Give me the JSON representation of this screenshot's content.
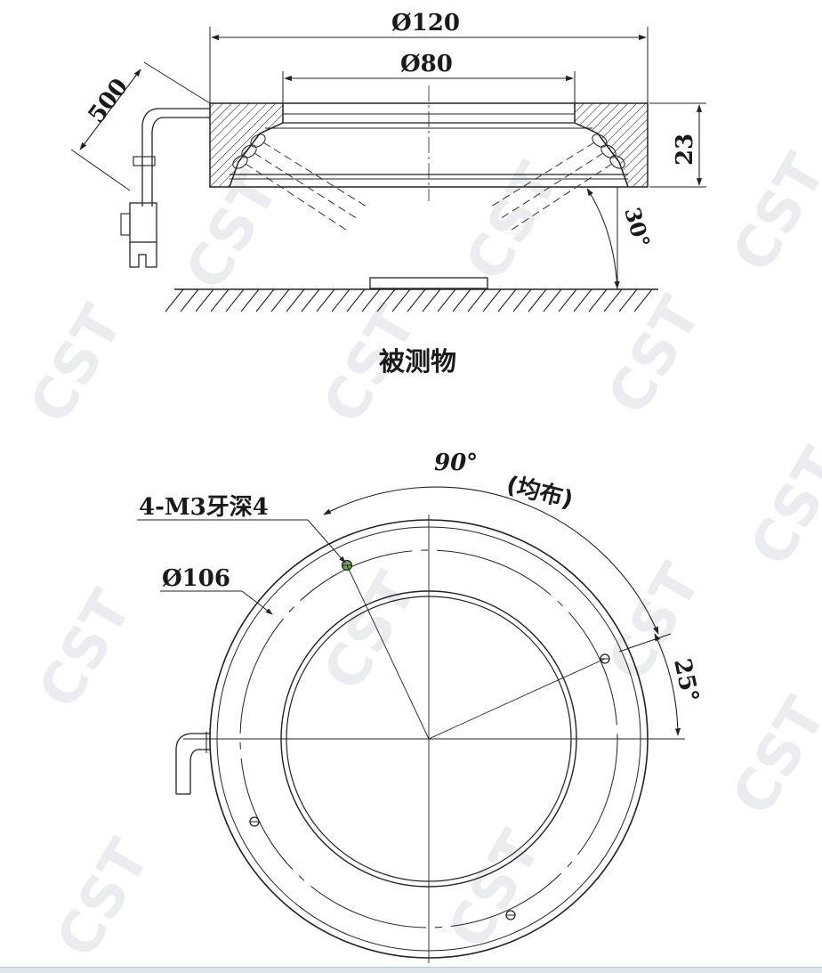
{
  "side_view": {
    "dim_outer_diameter": "Ø120",
    "dim_inner_diameter": "Ø80",
    "dim_height": "23",
    "dim_cable_length": "500",
    "dim_angle": "30°",
    "object_label": "被测物"
  },
  "top_view": {
    "dim_hole_spacing": "90°",
    "dim_hole_spacing_note": "(均布)",
    "dim_thread": "4-M3牙深4",
    "dim_hole_circle": "Ø106",
    "dim_hole_angle": "25°"
  },
  "watermark": "CST",
  "colors": {
    "line": "#222222",
    "hole_highlight": "#6aa84f",
    "watermark": "#d9dde2",
    "frame": "#dfe6ee"
  }
}
